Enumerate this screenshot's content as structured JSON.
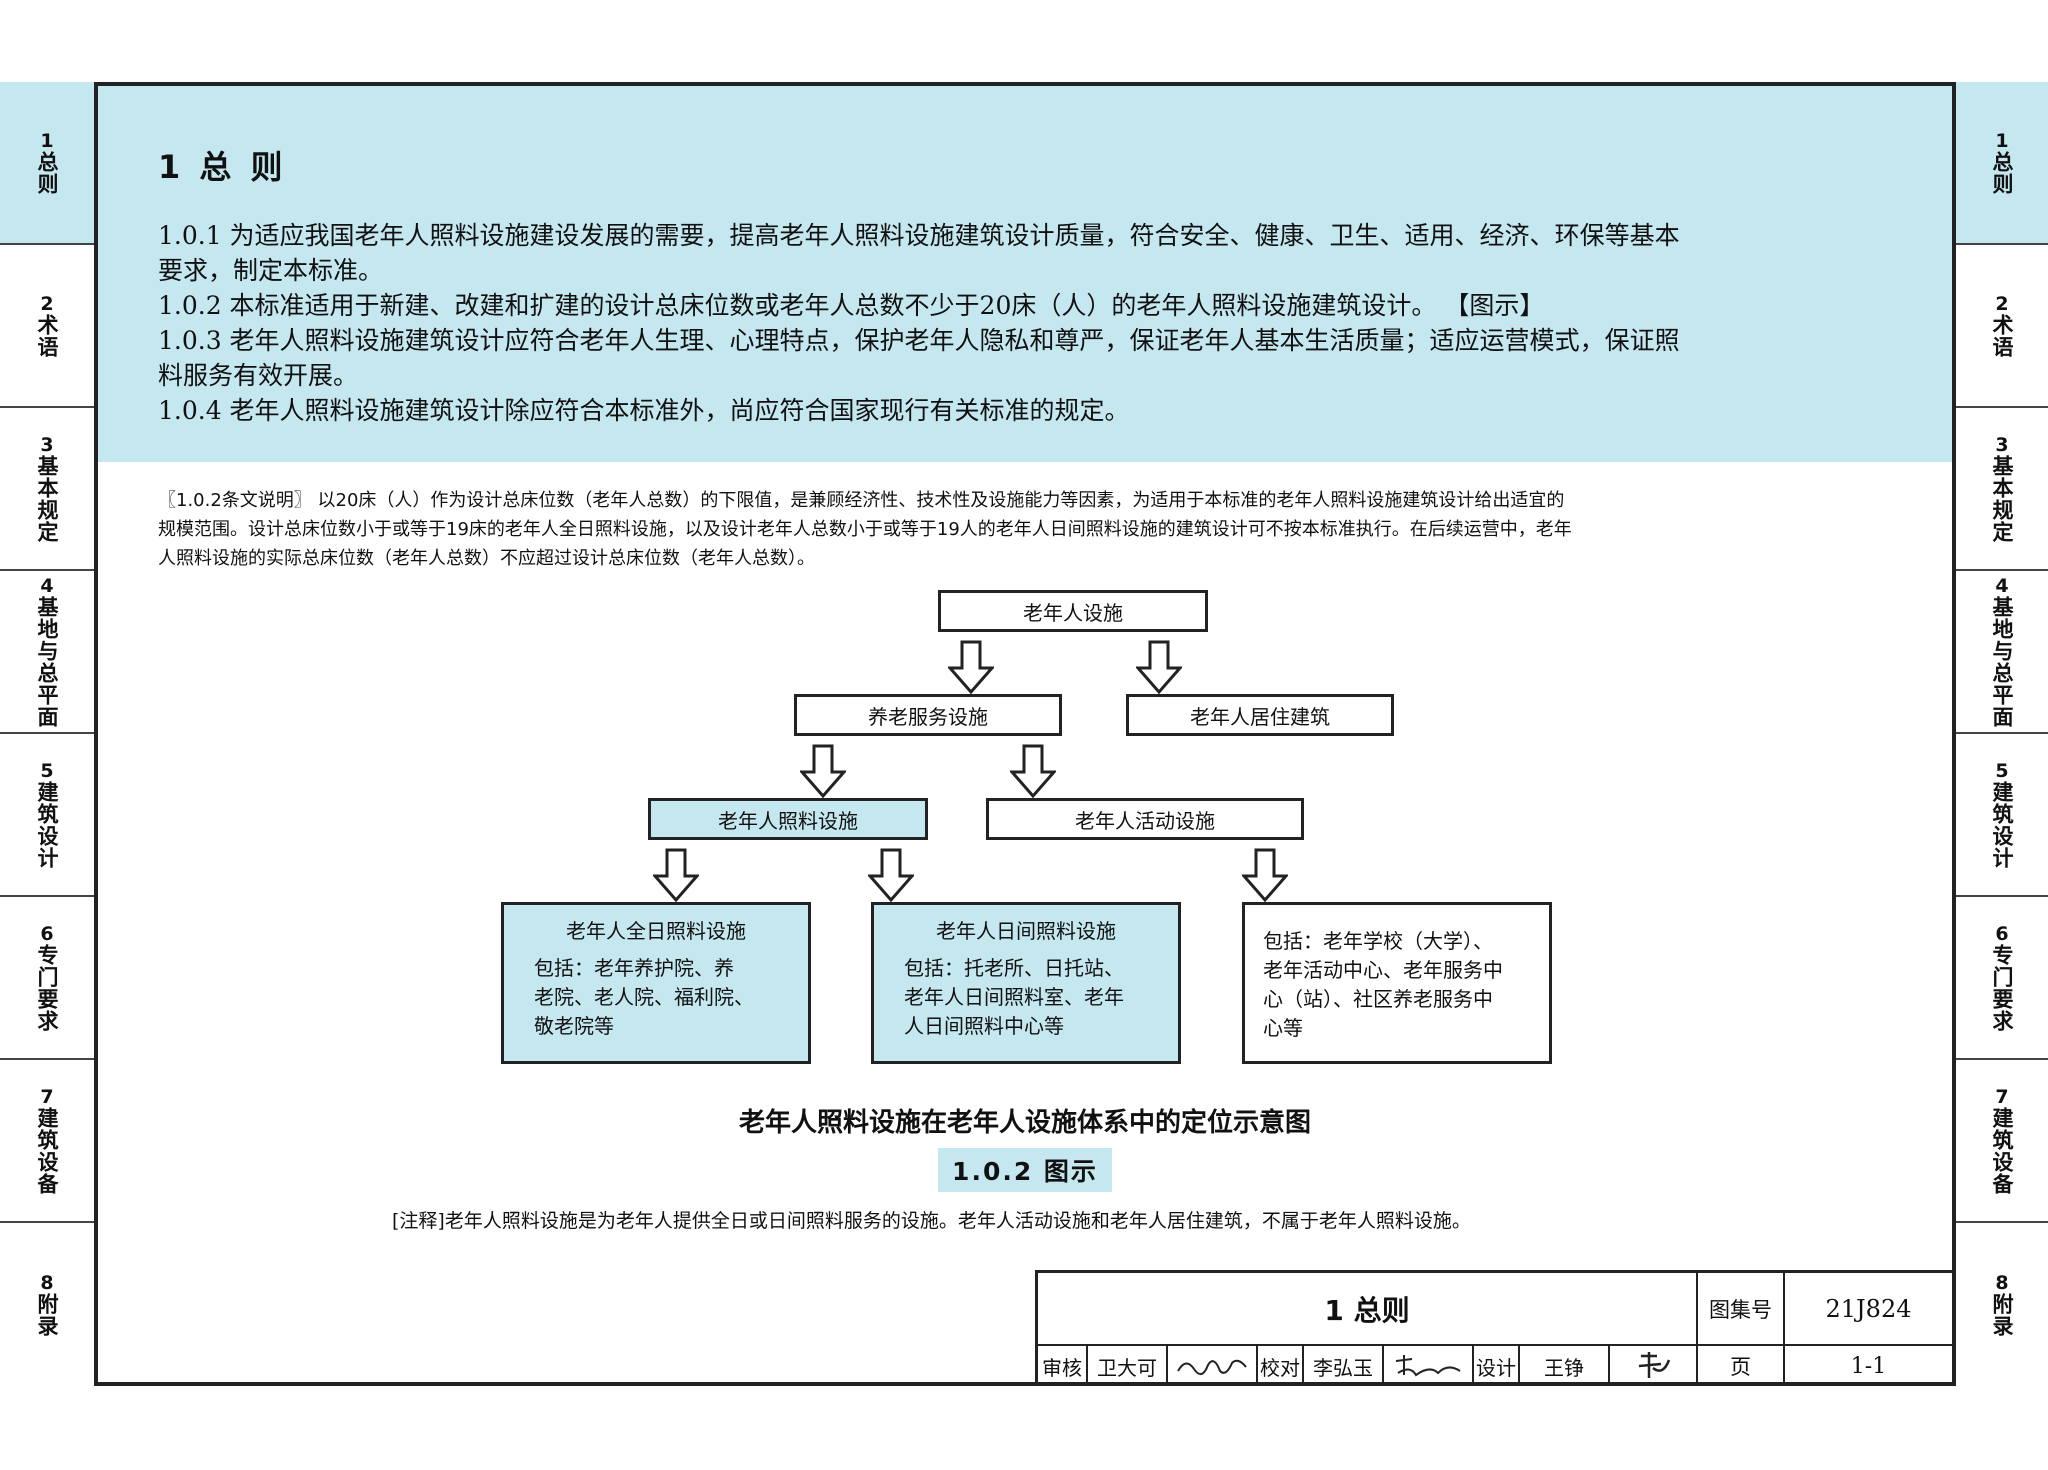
{
  "side_tabs": [
    {
      "num": "1",
      "label": "总则",
      "active": true
    },
    {
      "num": "2",
      "label": "术语",
      "active": false
    },
    {
      "num": "3",
      "label": "基本规定",
      "active": false
    },
    {
      "num": "4",
      "label": "基地与总平面",
      "active": false
    },
    {
      "num": "5",
      "label": "建筑设计",
      "active": false
    },
    {
      "num": "6",
      "label": "专门要求",
      "active": false
    },
    {
      "num": "7",
      "label": "建筑设备",
      "active": false
    },
    {
      "num": "8",
      "label": "附录",
      "active": false
    }
  ],
  "section": {
    "title": "1  总 则",
    "clauses": [
      {
        "line1": "1.0.1  为适应我国老年人照料设施建设发展的需要，提高老年人照料设施建筑设计质量，符合安全、健康、卫生、适用、经济、环保等基本",
        "line2": "要求，制定本标准。"
      },
      {
        "line1": "1.0.2  本标准适用于新建、改建和扩建的设计总床位数或老年人总数不少于20床（人）的老年人照料设施建筑设计。   【图示】",
        "line2": ""
      },
      {
        "line1": "1.0.3  老年人照料设施建筑设计应符合老年人生理、心理特点，保护老年人隐私和尊严，保证老年人基本生活质量；适应运营模式，保证照",
        "line2": "料服务有效开展。"
      },
      {
        "line1": "1.0.4  老年人照料设施建筑设计除应符合本标准外，尚应符合国家现行有关标准的规定。",
        "line2": ""
      }
    ]
  },
  "explanation": {
    "lines": [
      "〖1.0.2条文说明〗 以20床（人）作为设计总床位数（老年人总数）的下限值，是兼顾经济性、技术性及设施能力等因素，为适用于本标准的老年人照料设施建筑设计给出适宜的",
      "规模范围。设计总床位数小于或等于19床的老年人全日照料设施，以及设计老年人总数小于或等于19人的老年人日间照料设施的建筑设计可不按本标准执行。在后续运营中，老年",
      "人照料设施的实际总床位数（老年人总数）不应超过设计总床位数（老年人总数）。"
    ]
  },
  "diagram": {
    "root": "老年人设施",
    "level2_left": "养老服务设施",
    "level2_right": "老年人居住建筑",
    "level3_left": "老年人照料设施",
    "level3_right": "老年人活动设施",
    "leaf_full_day": {
      "title": "老年人全日照料设施",
      "lines": [
        "包括：老年养护院、养",
        "老院、老人院、福利院、",
        "敬老院等"
      ]
    },
    "leaf_day_care": {
      "title": "老年人日间照料设施",
      "lines": [
        "包括：托老所、日托站、",
        "老年人日间照料室、老年",
        "人日间照料中心等"
      ]
    },
    "leaf_activity": {
      "lines": [
        "包括：老年学校（大学）、",
        "老年活动中心、老年服务中",
        "心（站）、社区养老服务中",
        "心等"
      ]
    }
  },
  "figure": {
    "title": "老年人照料设施在老年人设施体系中的定位示意图",
    "label": "1.0.2 图示",
    "note": "[注释]老年人照料设施是为老年人提供全日或日间照料服务的设施。老年人活动设施和老年人居住建筑，不属于老年人照料设施。"
  },
  "title_block": {
    "title": "1 总则",
    "atlas_label": "图集号",
    "atlas_no": "21J824",
    "review_label": "审核",
    "reviewer": "卫大可",
    "check_label": "校对",
    "checker": "李弘玉",
    "design_label": "设计",
    "designer": "王铮",
    "page_label": "页",
    "page_no": "1-1"
  },
  "colors": {
    "accent_blue": "#c5e7ef",
    "line": "#222222"
  }
}
